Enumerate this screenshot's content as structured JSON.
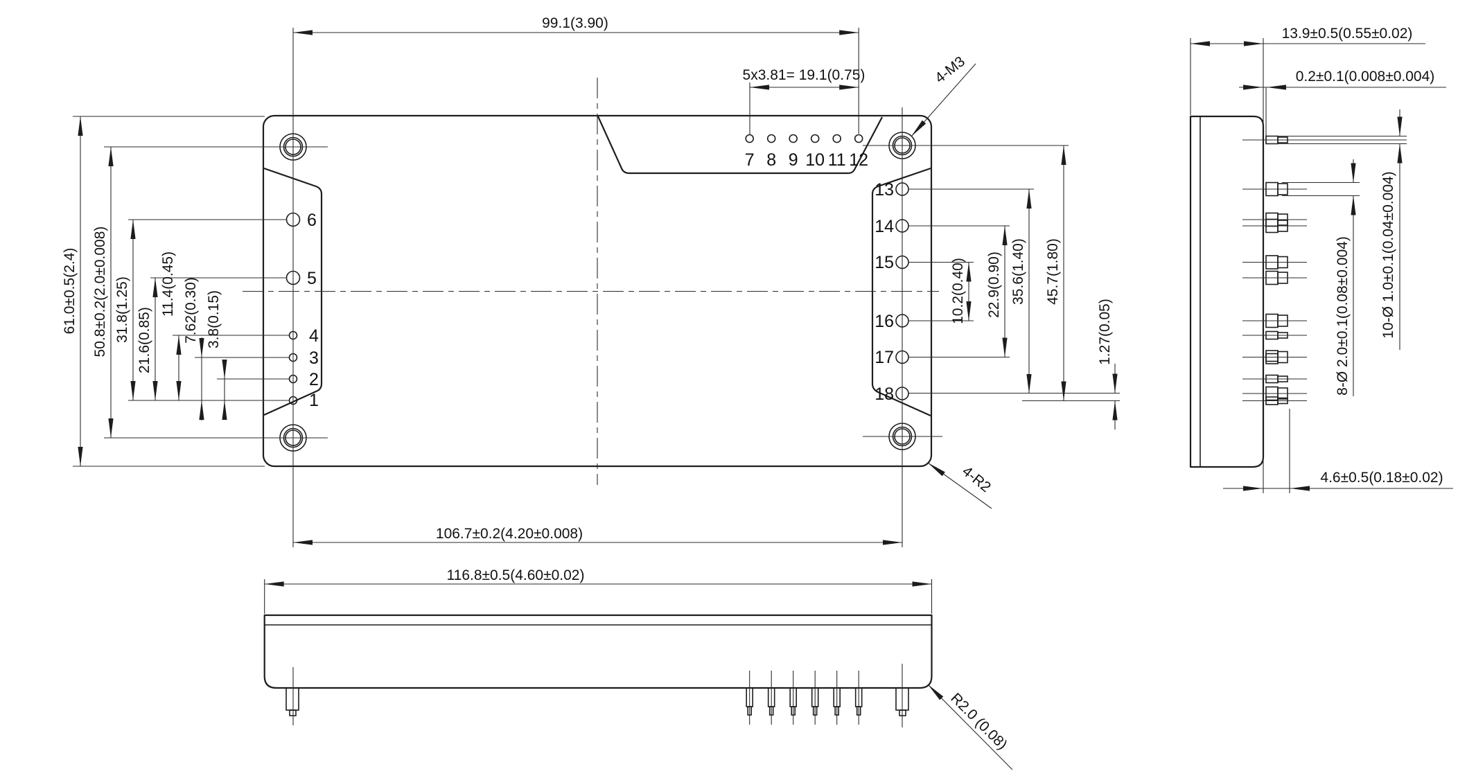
{
  "drawing": {
    "top_view": {
      "dims": {
        "width_hole_to_pin12": "99.1(3.90)",
        "pin_pitch_top": "5x3.81= 19.1(0.75)",
        "mounting_holes": "4-M3",
        "corner_radius": "4-R2",
        "overall_height": "61.0±0.5(2.4)",
        "hole_spacing_v": "50.8±0.2(2.0±0.008)",
        "pin6_offset": "31.8(1.25)",
        "pin5_offset": "21.6(0.85)",
        "pin4_offset": "11.4(0.45)",
        "pin3_offset": "7.62(0.30)",
        "pin2_offset": "3.8(0.15)",
        "pin15_16_gap": "10.2(0.40)",
        "pin14_17_span": "22.9(0.90)",
        "pin13_18_span": "35.6(1.40)",
        "hole_to_pin18": "45.7(1.80)",
        "row_offset": "1.27(0.05)",
        "hole_spacing_h": "106.7±0.2(4.20±0.008)"
      },
      "pins_left": [
        "1",
        "2",
        "3",
        "4",
        "5",
        "6"
      ],
      "pins_top": [
        "7",
        "8",
        "9",
        "10",
        "11",
        "12"
      ],
      "pins_right": [
        "13",
        "14",
        "15",
        "16",
        "17",
        "18"
      ]
    },
    "bottom_view": {
      "dims": {
        "overall_width": "116.8±0.5(4.60±0.02)",
        "corner_radius": "R2.0 (0.08)"
      }
    },
    "side_view": {
      "dims": {
        "overall_depth": "13.9±0.5(0.55±0.02)",
        "standoff": "0.2±0.1(0.008±0.004)",
        "small_pin_dia": "10-Ø 1.0±0.1(0.04±0.004)",
        "large_pin_dia": "8-Ø 2.0±0.1(0.08±0.004)",
        "pin_length": "4.6±0.5(0.18±0.02)"
      }
    }
  }
}
